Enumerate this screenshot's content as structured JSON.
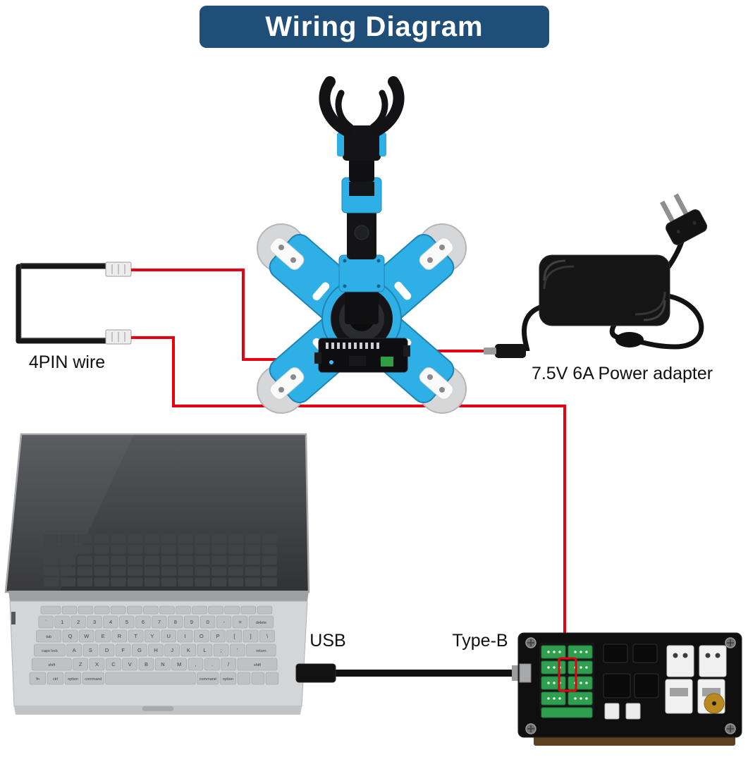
{
  "title": {
    "text": "Wiring Diagram"
  },
  "labels": {
    "four_pin": "4PIN wire",
    "power_adapter": "7.5V 6A Power adapter",
    "usb": "USB",
    "type_b": "Type-B"
  },
  "colors": {
    "banner_blue": "#1f4e79",
    "wire_red": "#e60012",
    "robot_blue": "#2eb0e6",
    "board_black": "#0f0f10",
    "laptop_gray": "#d4d5d6"
  },
  "keyboard": {
    "rows": [
      [
        [
          "",
          1.3
        ],
        [
          "",
          1
        ],
        [
          "",
          1
        ],
        [
          "",
          1
        ],
        [
          "",
          1
        ],
        [
          "",
          1
        ],
        [
          "",
          1
        ],
        [
          "",
          1
        ],
        [
          "",
          1
        ],
        [
          "",
          1
        ],
        [
          "",
          1
        ],
        [
          "",
          1
        ],
        [
          "",
          1
        ],
        [
          "",
          1
        ]
      ],
      [
        [
          "`",
          1
        ],
        [
          "1",
          1
        ],
        [
          "2",
          1
        ],
        [
          "3",
          1
        ],
        [
          "4",
          1
        ],
        [
          "5",
          1
        ],
        [
          "6",
          1
        ],
        [
          "7",
          1
        ],
        [
          "8",
          1
        ],
        [
          "9",
          1
        ],
        [
          "0",
          1
        ],
        [
          "-",
          1
        ],
        [
          "=",
          1
        ],
        [
          "delete",
          1.6
        ]
      ],
      [
        [
          "tab",
          1.6
        ],
        [
          "Q",
          1
        ],
        [
          "W",
          1
        ],
        [
          "E",
          1
        ],
        [
          "R",
          1
        ],
        [
          "T",
          1
        ],
        [
          "Y",
          1
        ],
        [
          "U",
          1
        ],
        [
          "I",
          1
        ],
        [
          "O",
          1
        ],
        [
          "P",
          1
        ],
        [
          "[",
          1
        ],
        [
          "]",
          1
        ],
        [
          "\\",
          1
        ]
      ],
      [
        [
          "caps lock",
          2
        ],
        [
          "A",
          1
        ],
        [
          "S",
          1
        ],
        [
          "D",
          1
        ],
        [
          "F",
          1
        ],
        [
          "G",
          1
        ],
        [
          "H",
          1
        ],
        [
          "J",
          1
        ],
        [
          "K",
          1
        ],
        [
          "L",
          1
        ],
        [
          ";",
          1
        ],
        [
          "'",
          1
        ],
        [
          "return",
          1.9
        ]
      ],
      [
        [
          "shift",
          2.5
        ],
        [
          "Z",
          1
        ],
        [
          "X",
          1
        ],
        [
          "C",
          1
        ],
        [
          "V",
          1
        ],
        [
          "B",
          1
        ],
        [
          "N",
          1
        ],
        [
          "M",
          1
        ],
        [
          ",",
          1
        ],
        [
          ".",
          1
        ],
        [
          "/",
          1
        ],
        [
          "shift",
          2.5
        ]
      ],
      [
        [
          "fn",
          1
        ],
        [
          "ctrl",
          1
        ],
        [
          "option",
          1
        ],
        [
          "command",
          1.3
        ],
        [
          "",
          5.2
        ],
        [
          "command",
          1.3
        ],
        [
          "option",
          1
        ],
        [
          "",
          0.8
        ],
        [
          "",
          0.8
        ],
        [
          "",
          0.8
        ]
      ]
    ]
  }
}
